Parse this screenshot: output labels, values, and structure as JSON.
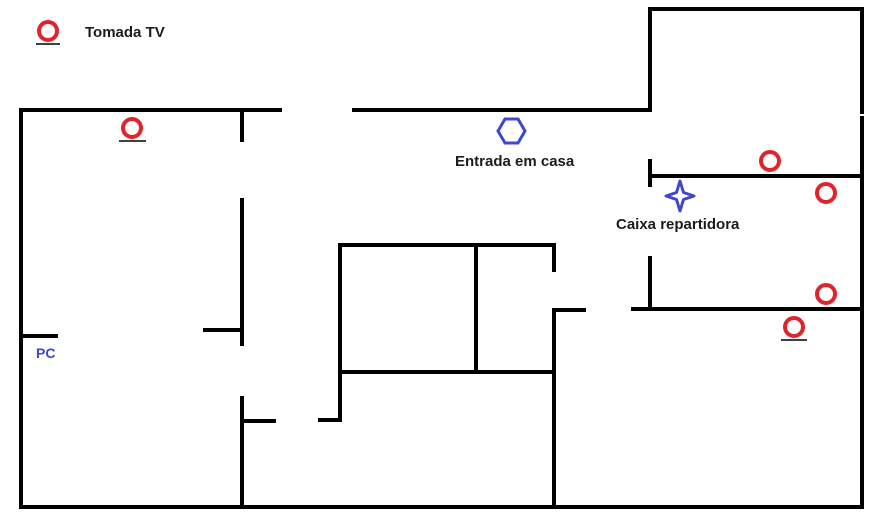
{
  "legend": {
    "label": "Tomada TV",
    "icon": "tv-outlet-icon"
  },
  "labels": {
    "entrance": "Entrada em casa",
    "splitter": "Caixa repartidora",
    "pc": "PC"
  },
  "colors": {
    "outlet": "#e0242c",
    "marker": "#3f48cc",
    "wall": "#000000",
    "text": "#1c1c1c"
  },
  "icons": {
    "entrance": "hexagon-icon",
    "splitter": "four-point-star-icon",
    "outlet": "tv-outlet-icon"
  }
}
